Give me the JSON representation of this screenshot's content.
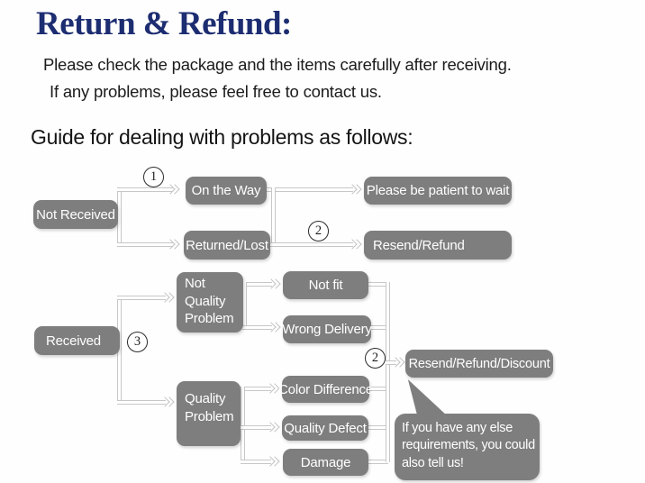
{
  "header": {
    "title": "Return & Refund:",
    "intro_line1": "Please check the package and the items carefully after receiving.",
    "intro_line2": "If any problems, please feel free to contact us.",
    "guide_heading": "Guide for dealing with problems as follows:"
  },
  "colors": {
    "title_blue": "#1d2d71",
    "node_gray": "#7e7e7e",
    "connector_gray": "#c7c7c7",
    "node_text": "#ffffff"
  },
  "flow": {
    "markers": {
      "step1": "1",
      "step2a": "2",
      "step3": "3",
      "step2b": "2"
    },
    "nodes": {
      "not_received": "Not Received",
      "on_the_way": "On the Way",
      "returned_lost": "Returned/Lost",
      "please_be_patient": "Please be patient to wait",
      "resend_refund": "Resend/Refund",
      "received": "Received",
      "not_quality_problem": "Not Quality Problem",
      "not_fit": "Not fit",
      "wrong_delivery": "Wrong Delivery",
      "quality_problem": "Quality Problem",
      "color_difference": "Color Difference",
      "quality_defect": "Quality Defect",
      "damage": "Damage",
      "resend_refund_discount": "Resend/Refund/Discount"
    },
    "callout": "If you have any else requirements, you could also tell us!"
  }
}
